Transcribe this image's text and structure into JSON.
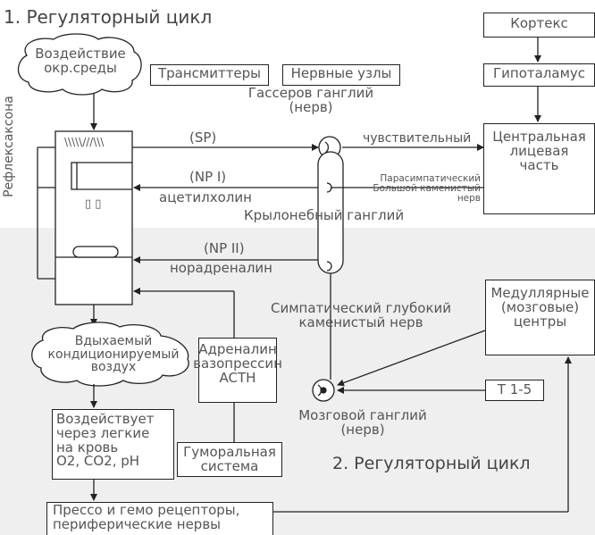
{
  "diagram": {
    "title_1": "1. Регуляторный цикл",
    "title_2": "2. Регуляторный цикл",
    "env_impact": "Воздействие\nокр.среды",
    "transmitters": "Трансмиттеры",
    "nerve_nodes": "Нервные узлы",
    "cortex": "Кортекс",
    "hypothalamus": "Гипоталамус",
    "central_facial": "Центральная\nлицевая\nчасть",
    "gasser_ganglion": "Гассеров ганглий\n(нерв)",
    "sp": "(SP)",
    "sensory": "чувствительный",
    "np1": "(NP I)",
    "acetylcholine": "ацетилхолин",
    "parasympathetic": "Парасимпатический\nБольшой каменистый\nнерв",
    "pterygopalatine": "Крылонебный ганглий",
    "np2": "(NP II)",
    "noradrenaline": "норадреналин",
    "reflex_axon": "Рефлексаксона",
    "mucosa_glyphs": "\\\\\\\\\\///\\\\\\",
    "square_glyphs": "▯ ▯",
    "sympathetic_deep": "Симпатический глубокий\nкаменистый нерв",
    "medullary": "Медуллярные\n(мозговые)\nцентры",
    "inhaled_air": "Вдыхаемый\nкондиционируемый\nвоздух",
    "adrenaline": "Адреналин\nвазопрессин\nACTH",
    "brain_ganglion": "Мозговой ганглий\n(нерв)",
    "t15": "T 1-5",
    "lungs_effect": "Воздействует\nчерез легкие\nна кровь\nO2, CO2, pH",
    "humoral": "Гуморальная\nсистема",
    "receptors": "Прессо и гемо рецепторы,\nпериферические нервы"
  },
  "colors": {
    "line": "#222222",
    "text": "#555555",
    "shade": "#efefef"
  }
}
